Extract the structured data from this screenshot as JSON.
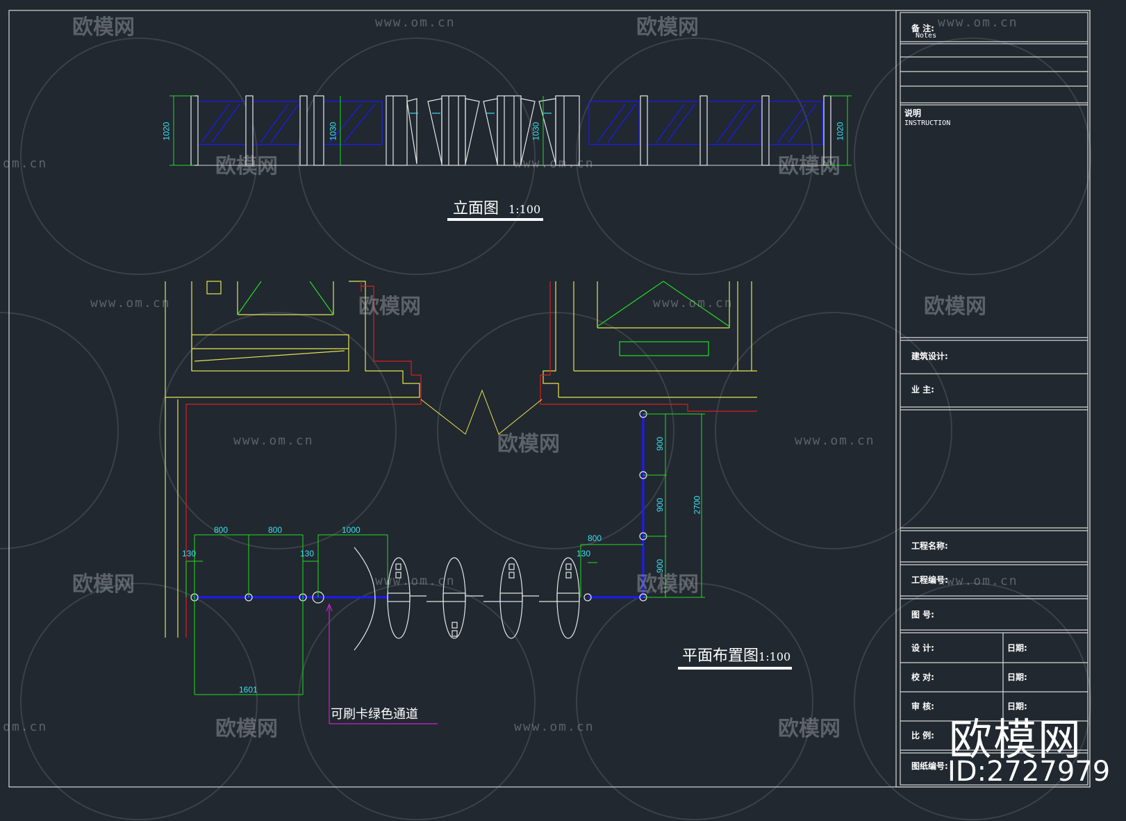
{
  "title_block": {
    "notes_cn": "备 注:",
    "notes_en": "Notes",
    "instruction_cn": "说明",
    "instruction_en": "INSTRUCTION",
    "architect": "建筑设计:",
    "owner": "业 主:",
    "project_name": "工程名称:",
    "project_number": "工程编号:",
    "drawing_no": "图 号:",
    "design": "设 计:",
    "check": "校 对:",
    "review": "审 核:",
    "scale": "比 例:",
    "sheet_number": "图纸编号:",
    "date": "日期:"
  },
  "elevation": {
    "title": "立面图",
    "scale": "1:100",
    "dims": [
      "1020",
      "1030",
      "1030",
      "1020"
    ]
  },
  "plan": {
    "title": "平面布置图",
    "scale": "1:100",
    "dims_top": [
      "800",
      "800",
      "1000"
    ],
    "dim_130_a": "130",
    "dim_130_b": "130",
    "dim_130_c": "130",
    "dim_800_right": "800",
    "dim_bottom": "1601",
    "dims_vertical": [
      "900",
      "900",
      "900"
    ],
    "dim_total": "2700",
    "callout": "可刷卡绿色通道"
  },
  "watermark": {
    "text": "欧模网",
    "url": "www.om.cn",
    "url_partial": "om.cn",
    "brand": "欧模网",
    "id": "ID:2727979"
  },
  "colors": {
    "background": "#212830",
    "frame": "#d8d8d8",
    "wall_yellow": "#e6e650",
    "wall_red": "#d82020",
    "green": "#22dd22",
    "blue": "#1a1aff",
    "cyan": "#3ee0ee",
    "magenta": "#d020d0"
  }
}
